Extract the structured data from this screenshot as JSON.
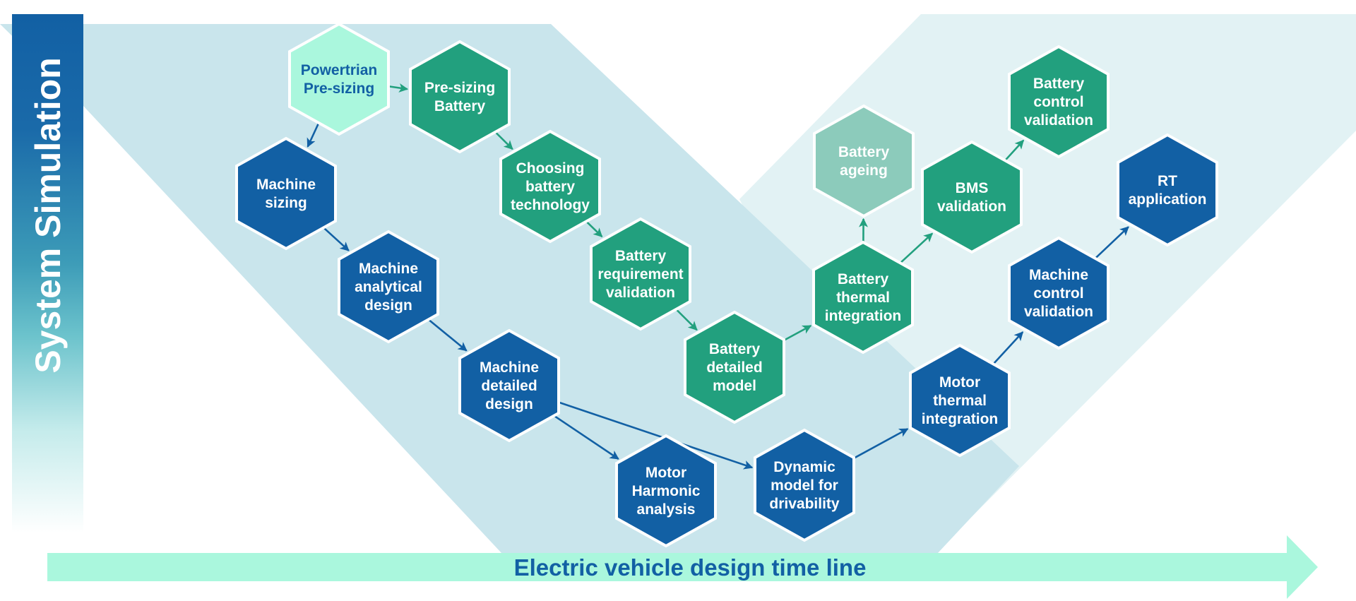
{
  "title": "Electric vehicle design time line",
  "side_label": "System Simulation",
  "timeline_label": "Electric vehicle design time line",
  "colors": {
    "machine_blue": "#1260a4",
    "battery_green": "#22a07e",
    "start_mint": "#aaf7dd",
    "ageing_green": "#8ccbbb",
    "design_phase_bg": "#c9e5ec",
    "validation_phase_bg": "#e2f2f4",
    "timeline_arrow": "#aaf7dd",
    "timeline_text": "#1260a4",
    "start_text": "#1260a4",
    "node_text": "#ffffff"
  },
  "nodes": [
    {
      "id": "powertrain-pre-sizing",
      "lines": [
        "Powertrian",
        "Pre-sizing"
      ],
      "kind": "start"
    },
    {
      "id": "pre-sizing-battery",
      "lines": [
        "Pre-sizing",
        "Battery"
      ],
      "kind": "battery"
    },
    {
      "id": "machine-sizing",
      "lines": [
        "Machine",
        "sizing"
      ],
      "kind": "machine"
    },
    {
      "id": "choosing-battery-technology",
      "lines": [
        "Choosing",
        "battery",
        "technology"
      ],
      "kind": "battery"
    },
    {
      "id": "machine-analytical-design",
      "lines": [
        "Machine",
        "analytical",
        "design"
      ],
      "kind": "machine"
    },
    {
      "id": "battery-requirement-validation",
      "lines": [
        "Battery",
        "requirement",
        "validation"
      ],
      "kind": "battery"
    },
    {
      "id": "machine-detailed-design",
      "lines": [
        "Machine",
        "detailed",
        "design"
      ],
      "kind": "machine"
    },
    {
      "id": "battery-detailed-model",
      "lines": [
        "Battery",
        "detailed",
        "model"
      ],
      "kind": "battery"
    },
    {
      "id": "motor-harmonic-analysis",
      "lines": [
        "Motor",
        "Harmonic",
        "analysis"
      ],
      "kind": "machine"
    },
    {
      "id": "dynamic-model-for-drivability",
      "lines": [
        "Dynamic",
        "model for",
        "drivability"
      ],
      "kind": "machine"
    },
    {
      "id": "battery-ageing",
      "lines": [
        "Battery",
        "ageing"
      ],
      "kind": "ageing"
    },
    {
      "id": "battery-thermal-integration",
      "lines": [
        "Battery",
        "thermal",
        "integration"
      ],
      "kind": "battery"
    },
    {
      "id": "bms-validation",
      "lines": [
        "BMS",
        "validation"
      ],
      "kind": "battery"
    },
    {
      "id": "battery-control-validation",
      "lines": [
        "Battery",
        "control",
        "validation"
      ],
      "kind": "battery"
    },
    {
      "id": "motor-thermal-integration",
      "lines": [
        "Motor",
        "thermal",
        "integration"
      ],
      "kind": "machine"
    },
    {
      "id": "machine-control-validation",
      "lines": [
        "Machine",
        "control",
        "validation"
      ],
      "kind": "machine"
    },
    {
      "id": "rt-application",
      "lines": [
        "RT",
        "application"
      ],
      "kind": "machine"
    }
  ],
  "edges": [
    {
      "from": "powertrain-pre-sizing",
      "to": "pre-sizing-battery",
      "kind": "battery"
    },
    {
      "from": "powertrain-pre-sizing",
      "to": "machine-sizing",
      "kind": "machine"
    },
    {
      "from": "pre-sizing-battery",
      "to": "choosing-battery-technology",
      "kind": "battery"
    },
    {
      "from": "choosing-battery-technology",
      "to": "battery-requirement-validation",
      "kind": "battery"
    },
    {
      "from": "battery-requirement-validation",
      "to": "battery-detailed-model",
      "kind": "battery"
    },
    {
      "from": "battery-detailed-model",
      "to": "battery-thermal-integration",
      "kind": "battery"
    },
    {
      "from": "battery-thermal-integration",
      "to": "battery-ageing",
      "kind": "battery"
    },
    {
      "from": "battery-thermal-integration",
      "to": "bms-validation",
      "kind": "battery"
    },
    {
      "from": "bms-validation",
      "to": "battery-control-validation",
      "kind": "battery"
    },
    {
      "from": "machine-sizing",
      "to": "machine-analytical-design",
      "kind": "machine"
    },
    {
      "from": "machine-analytical-design",
      "to": "machine-detailed-design",
      "kind": "machine"
    },
    {
      "from": "machine-detailed-design",
      "to": "motor-harmonic-analysis",
      "kind": "machine"
    },
    {
      "from": "machine-detailed-design",
      "to": "dynamic-model-for-drivability",
      "kind": "machine"
    },
    {
      "from": "dynamic-model-for-drivability",
      "to": "motor-thermal-integration",
      "kind": "machine"
    },
    {
      "from": "motor-thermal-integration",
      "to": "machine-control-validation",
      "kind": "machine"
    },
    {
      "from": "machine-control-validation",
      "to": "rt-application",
      "kind": "machine"
    }
  ]
}
